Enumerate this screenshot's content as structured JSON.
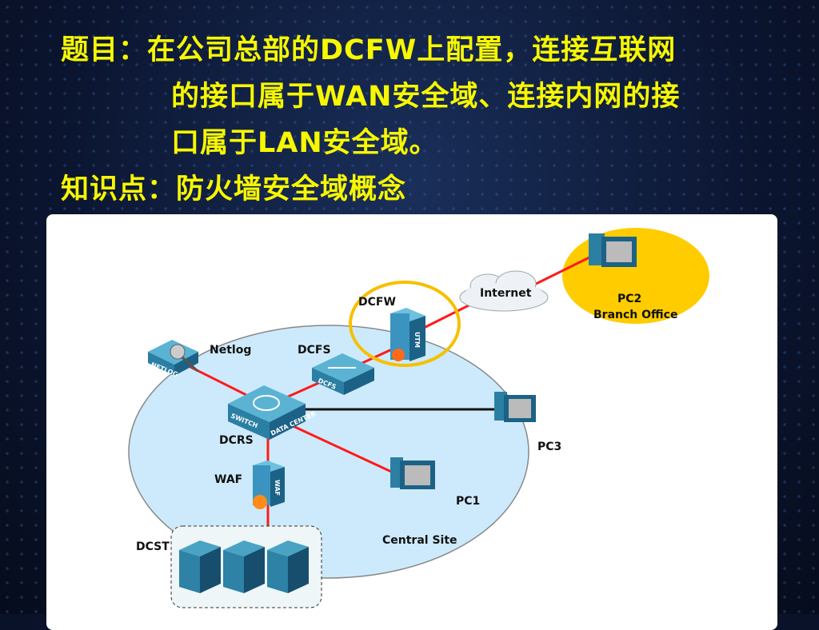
{
  "slide": {
    "line1": "题目：在公司总部的DCFW上配置，连接互联网",
    "line2": "的接口属于WAN安全域、连接内网的接",
    "line3": "口属于LAN安全域。",
    "line4": "知识点：防火墙安全域概念"
  },
  "diagram": {
    "labels": {
      "dcfw": "DCFW",
      "internet": "Internet",
      "pc2": "PC2",
      "branch": "Branch Office",
      "netlog": "Netlog",
      "dcfs": "DCFS",
      "dcrs": "DCRS",
      "pc3": "PC3",
      "waf": "WAF",
      "pc1": "PC1",
      "dcst": "DCST",
      "central": "Central Site"
    },
    "device_text": {
      "utm": "UTM",
      "netlog": "NETLOG",
      "dcfs": "DCFS",
      "switch": "SWITCH",
      "datacenter": "DATA CENTER",
      "waf": "WAF"
    },
    "colors": {
      "link": "#ff1a1a",
      "title": "#f7f700",
      "site": "#cdeafc",
      "branch": "#ffcc00"
    }
  }
}
